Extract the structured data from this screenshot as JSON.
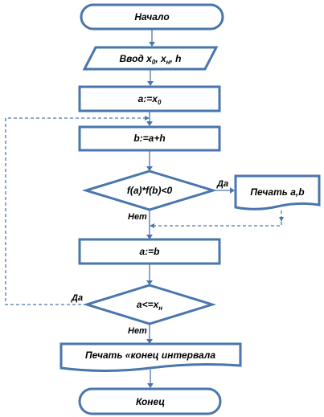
{
  "flowchart": {
    "start": "Начало",
    "input": {
      "prefix": "Ввод x",
      "sub0": "0",
      "sep": ", x",
      "subn": "н",
      "suffix": ", h"
    },
    "assign_a": {
      "prefix": "a:=x",
      "sub": "0"
    },
    "assign_b": "b:=a+h",
    "condition_sign": "f(a)*f(b)<0",
    "print_ab": "Печать a,b",
    "assign_a_b": "a:=b",
    "condition_end": {
      "prefix": "a<=x",
      "sub": "н"
    },
    "print_end": "Печать «конец интервала",
    "end": "Конец",
    "branch_yes_1": "Да",
    "branch_no_1": "Нет",
    "branch_yes_2": "Да",
    "branch_no_2": "Нет"
  },
  "colors": {
    "stroke": "#4a76ad",
    "fill": "#ffffff",
    "text": "#000000"
  }
}
